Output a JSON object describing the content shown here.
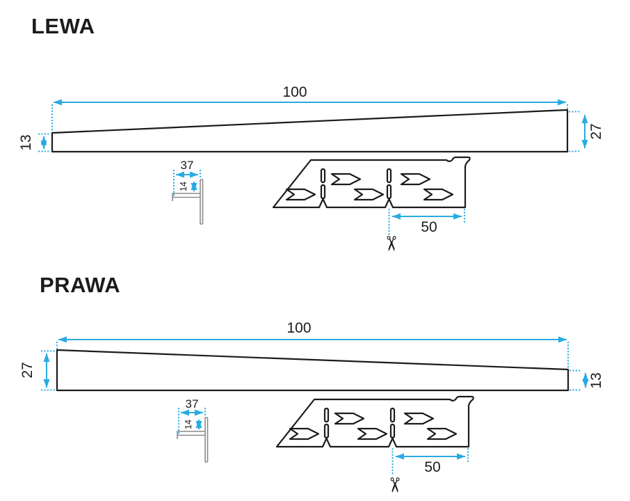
{
  "colors": {
    "dimension_accent": "#29ABE2",
    "drawing_line": "#1b1b1b",
    "detail_line": "#8a8a8a"
  },
  "sections": {
    "lewa": {
      "title": "LEWA",
      "length": "100",
      "height_left": "13",
      "height_right": "27",
      "flange_width": "37",
      "flange_drop": "14",
      "cut_length": "50"
    },
    "prawa": {
      "title": "PRAWA",
      "length": "100",
      "height_left": "27",
      "height_right": "13",
      "flange_width": "37",
      "flange_drop": "14",
      "cut_length": "50"
    }
  },
  "icons": {
    "scissors": "✂"
  }
}
